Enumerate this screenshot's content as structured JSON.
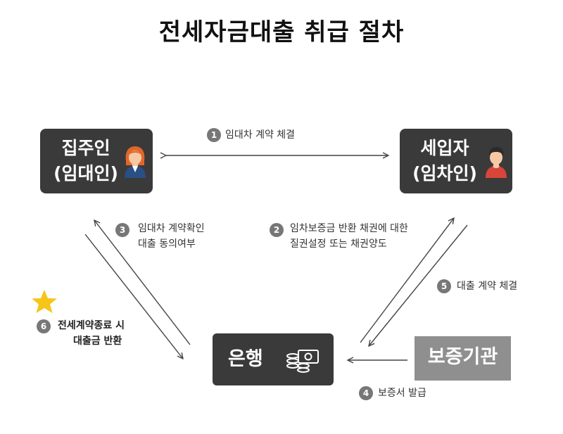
{
  "title": "전세자금대출 취급 절차",
  "nodes": {
    "landlord": {
      "line1": "집주인",
      "line2": "(임대인)"
    },
    "tenant": {
      "line1": "세입자",
      "line2": "(임차인)"
    },
    "bank": {
      "label": "은행"
    },
    "guarantor": {
      "label": "보증기관"
    }
  },
  "steps": [
    {
      "num": "1",
      "lines": [
        "임대차 계약 체결"
      ]
    },
    {
      "num": "2",
      "lines": [
        "임차보증금 반환 채권에 대한",
        "질권설정 또는 채권양도"
      ]
    },
    {
      "num": "3",
      "lines": [
        "임대차 계약확인",
        "대출 동의여부"
      ]
    },
    {
      "num": "4",
      "lines": [
        "보증서 발급"
      ]
    },
    {
      "num": "5",
      "lines": [
        "대출 계약 체결"
      ]
    },
    {
      "num": "6",
      "lines": [
        "전세계약종료 시",
        "대출금 반환"
      ]
    }
  ],
  "colors": {
    "node_dark": "#3a3a3a",
    "node_gray": "#8f8f8f",
    "badge": "#777777",
    "star": "#f5c518"
  },
  "icons": {
    "landlord": "woman-avatar-icon",
    "tenant": "man-avatar-icon",
    "bank": "money-coins-icon",
    "step6": "star-icon"
  }
}
